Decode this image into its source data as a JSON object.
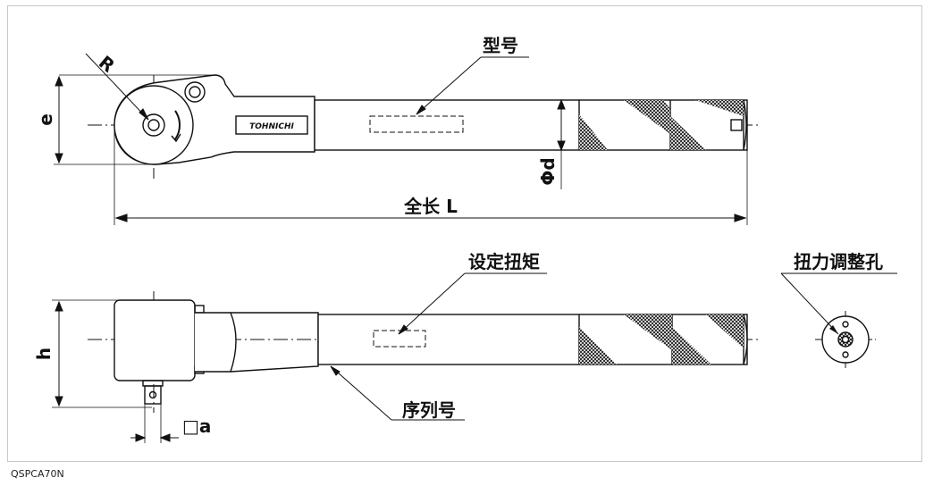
{
  "labels": {
    "model_number": "型号",
    "radius": "R",
    "height_e": "e",
    "diameter": "Φd",
    "overall_length": "全长 L",
    "set_torque": "设定扭矩",
    "adjust_hole": "扭力调整孔",
    "height_h": "h",
    "square_drive": "□a",
    "serial_number": "序列号",
    "brand": "TOHNICHI"
  },
  "caption": "QSPCA70N"
}
